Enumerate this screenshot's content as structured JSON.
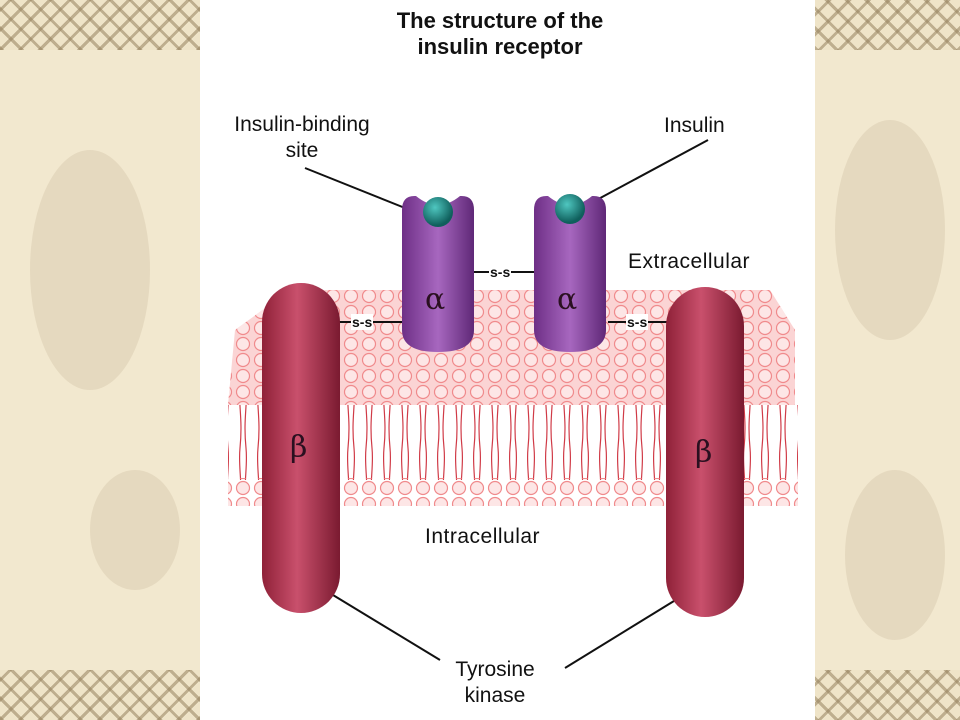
{
  "title_line1": "The structure of the",
  "title_line2": "insulin receptor",
  "labels": {
    "binding_site_1": "Insulin-binding",
    "binding_site_2": "site",
    "insulin": "Insulin",
    "extracellular": "Extracellular",
    "intracellular": "Intracellular",
    "tyrosine_1": "Tyrosine",
    "tyrosine_2": "kinase"
  },
  "subunits": {
    "alpha": "α",
    "beta": "β"
  },
  "disulfide": "s-s",
  "colors": {
    "alpha": "#8e4aa5",
    "beta": "#b23a58",
    "insulin": "#1b8a86",
    "membrane": "#f6a9a6"
  }
}
